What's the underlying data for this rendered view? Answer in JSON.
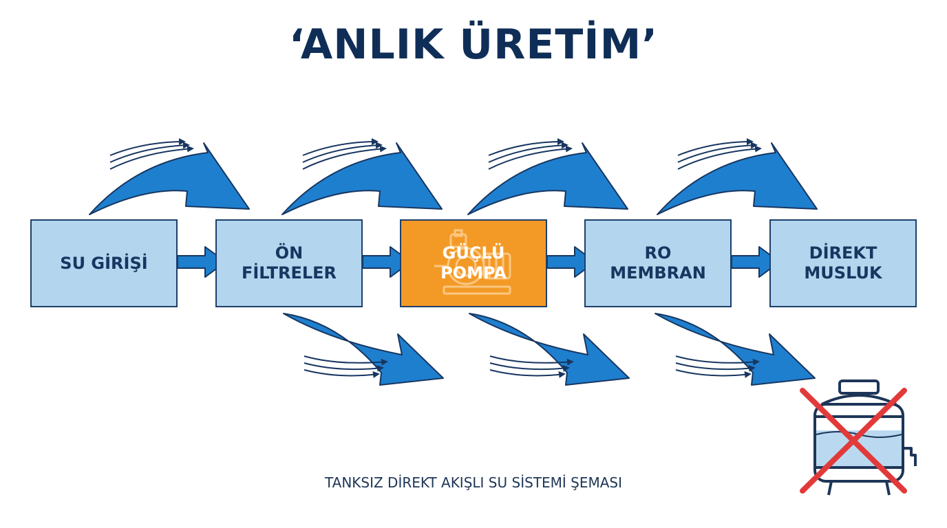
{
  "title": "‘ANLIK ÜRETİM’",
  "stages": [
    {
      "label": "SU GİRİŞİ",
      "highlight": false
    },
    {
      "label": "ÖN\nFİLTRELER",
      "highlight": false
    },
    {
      "label": "GÜÇLÜ\nPOMPA",
      "highlight": true,
      "icon": "pump-icon"
    },
    {
      "label": "RO\nMEMBRAN",
      "highlight": false
    },
    {
      "label": "DİREKT\nMUSLUK",
      "highlight": false
    }
  ],
  "caption": "TANKSIZ DİREKT AKIŞLI SU SİSTEMİ ŞEMASI",
  "icons": {
    "crossed": "crossed-out-water-tank-icon",
    "arrow": "flow-arrow-icon"
  },
  "colors": {
    "title": "#0f2e57",
    "box_fill": "#b3d5ee",
    "box_border": "#1d3f6b",
    "highlight_fill": "#f39a26",
    "arrow_blue": "#1f7fcf",
    "arrow_outline": "#173660",
    "cross_red": "#e23a3a"
  }
}
